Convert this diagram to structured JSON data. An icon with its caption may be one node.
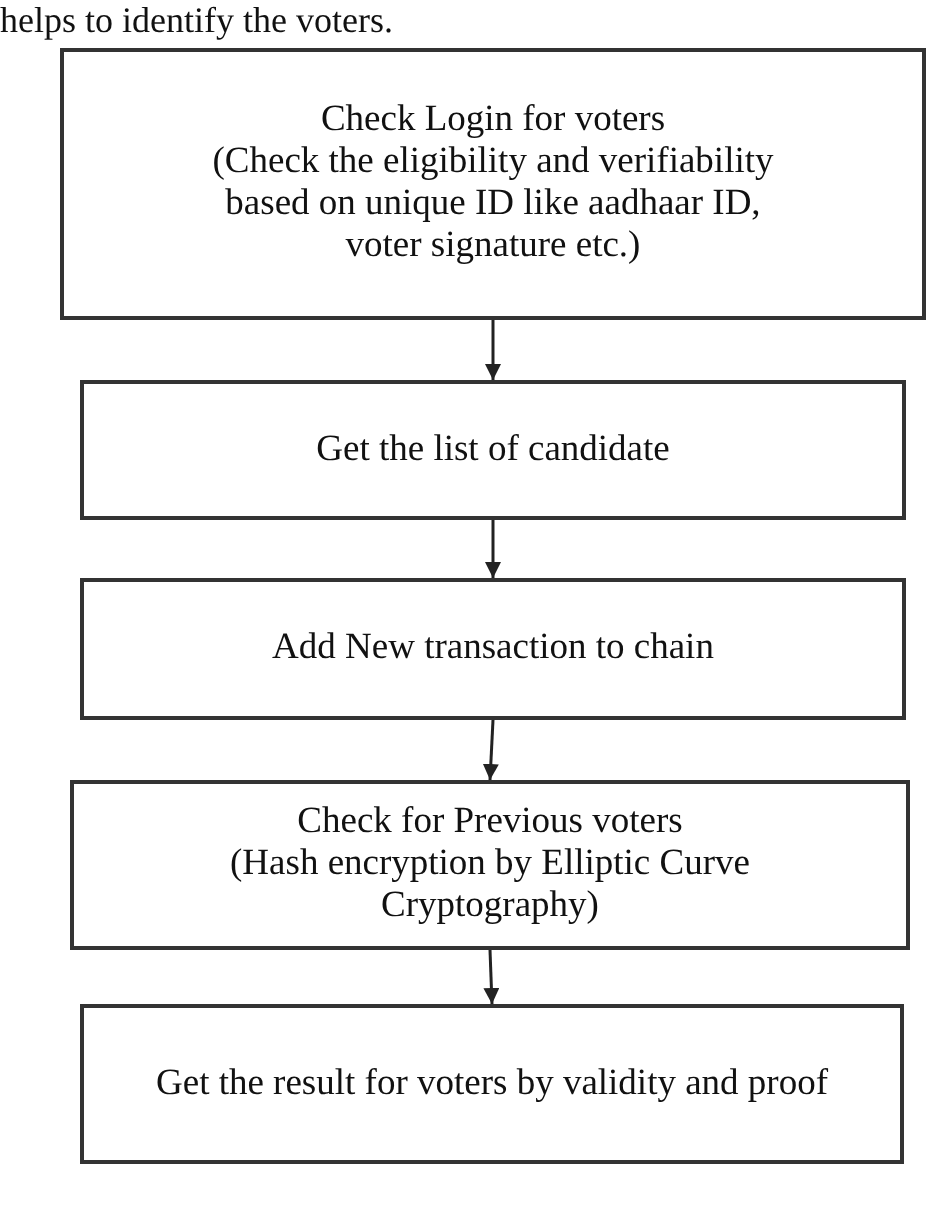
{
  "diagram": {
    "nodes": [
      {
        "text": [
          "Check Login for voters",
          "(Check the eligibility and verifiability based on unique ID like aadhaar ID, voter signature etc.)"
        ]
      },
      {
        "text": [
          "Get the list of candidate"
        ]
      },
      {
        "text": [
          "Add New transaction to chain"
        ]
      },
      {
        "text": [
          "Check for Previous voters",
          "(Hash encryption by Elliptic Curve Cryptography)"
        ]
      },
      {
        "text": [
          "Get the result for voters by validity and proof"
        ]
      }
    ],
    "edges": [
      {
        "from": 0,
        "to": 1,
        "arrow": "to"
      },
      {
        "from": 1,
        "to": 2,
        "arrow": "to"
      },
      {
        "from": 2,
        "to": 3,
        "arrow": "to"
      },
      {
        "from": 3,
        "to": 4,
        "arrow": "to"
      }
    ],
    "labels": [
      "helps to identify the voters."
    ]
  }
}
